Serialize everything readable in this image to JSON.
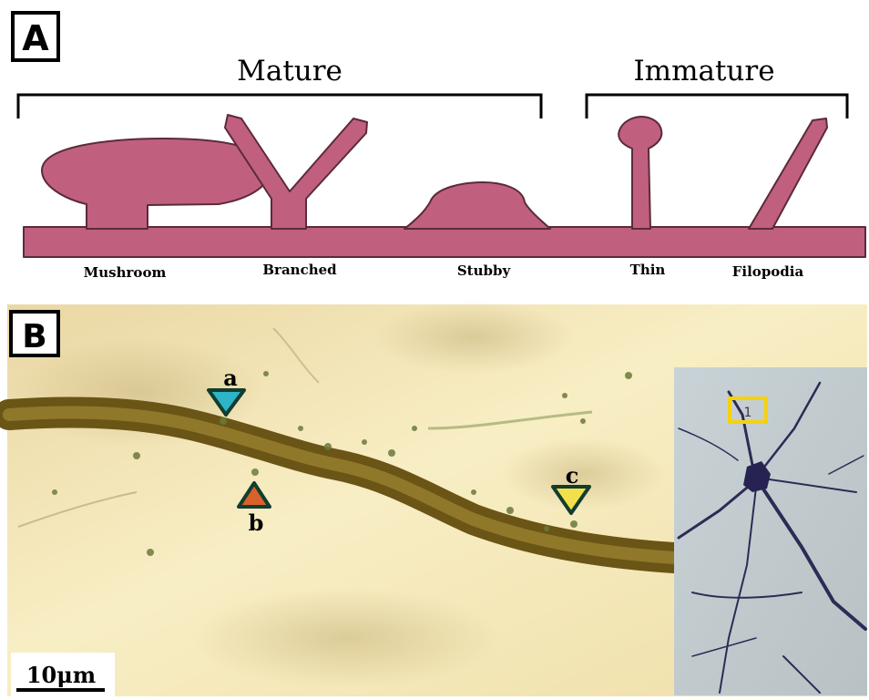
{
  "panel_a": {
    "label": "A",
    "groups": {
      "mature": "Mature",
      "immature": "Immature"
    },
    "spines": {
      "mushroom": "Mushroom",
      "branched": "Branched",
      "stubby": "Stubby",
      "thin": "Thin",
      "filopodia": "Filopodia"
    },
    "spine_color": "#c0607e"
  },
  "panel_b": {
    "label": "B",
    "markers": {
      "a": {
        "letter": "a",
        "color": "#2fb3c8"
      },
      "b": {
        "letter": "b",
        "color": "#d8622a"
      },
      "c": {
        "letter": "c",
        "color": "#f2e04a"
      }
    },
    "inset_box_label": "1",
    "inset_box_color": "#f5d20a",
    "scale_bar": "10μm"
  }
}
